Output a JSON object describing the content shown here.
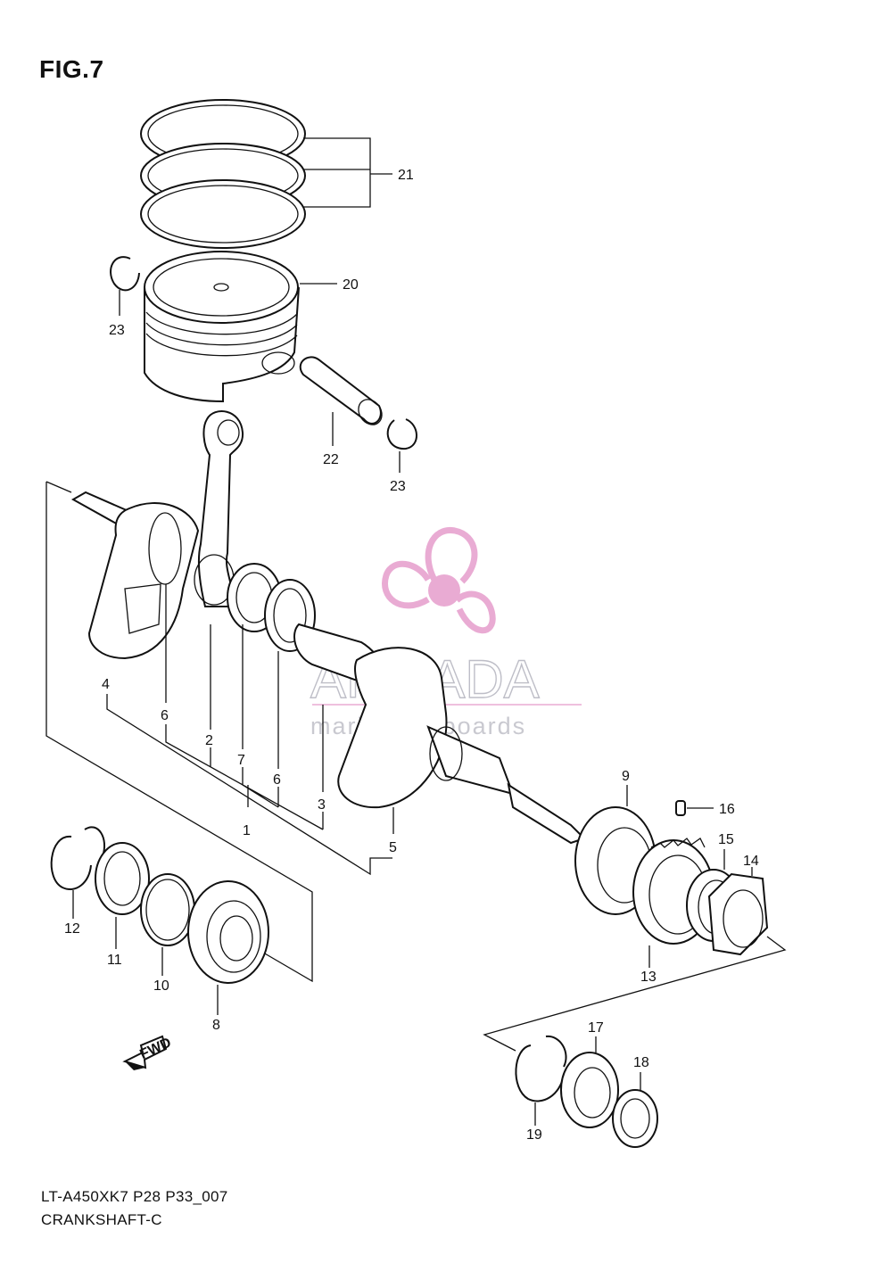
{
  "figure": {
    "title": "FIG.7"
  },
  "footer": {
    "code": "LT-A450XK7 P28 P33_007",
    "name": "CRANKSHAFT-C"
  },
  "watermark": {
    "brand": "ARMADA",
    "tagline": "marine outboards",
    "logo_color": "#e7a3cf",
    "text_color": "#b8b8c2"
  },
  "direction_arrow": {
    "label": "FWD"
  },
  "callouts": {
    "c1": "1",
    "c2": "2",
    "c3": "3",
    "c4": "4",
    "c5": "5",
    "c6a": "6",
    "c6b": "6",
    "c7": "7",
    "c8": "8",
    "c9": "9",
    "c10": "10",
    "c11": "11",
    "c12": "12",
    "c13": "13",
    "c14": "14",
    "c15": "15",
    "c16": "16",
    "c17": "17",
    "c18": "18",
    "c19": "19",
    "c20": "20",
    "c21": "21",
    "c22": "22",
    "c23a": "23",
    "c23b": "23"
  }
}
